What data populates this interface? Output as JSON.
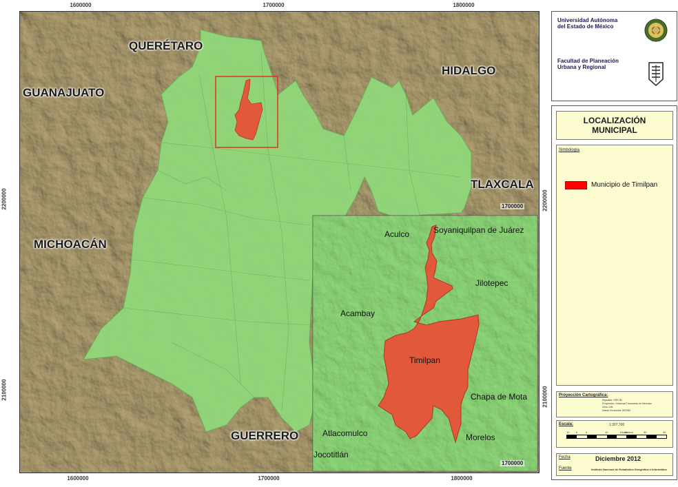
{
  "map": {
    "ticks_x": [
      "1600000",
      "1700000",
      "1800000"
    ],
    "ticks_y": [
      "2200000",
      "2100000"
    ],
    "states": {
      "queretaro": "QUERÉTARO",
      "guanajuato": "GUANAJUATO",
      "hidalgo": "HIDALGO",
      "tlaxcala": "TLAXCALA",
      "michoacan": "MICHOACÁN",
      "guerrero": "GUERRERO"
    },
    "inset": {
      "places": {
        "aculco": "Aculco",
        "soyaniquilpan": "Soyaniquilpan de Juárez",
        "jilotepec": "Jilotepec",
        "acambay": "Acambay",
        "timilpan": "Timilpan",
        "chapa": "Chapa de Mota",
        "atlacomulco": "Atlacomulco",
        "morelos": "Morelos",
        "jocotitlan": "Jocotitlán"
      },
      "coord_top": "1700000",
      "coord_bottom": "1700000"
    },
    "colors": {
      "relief": "#b9a878",
      "state": "#8fd97a",
      "municipio": "#e1583a",
      "highlight_frame": "#e03020"
    }
  },
  "panel": {
    "university": [
      "Universidad Autónoma",
      "del Estado de México"
    ],
    "faculty": [
      "Facultad de Planeación",
      "Urbana y Regional"
    ],
    "title": [
      "LOCALIZACIÓN",
      "MUNICIPAL"
    ],
    "legend_heading": "Simbología",
    "legend_item": "Municipio de Timilpan",
    "legend_color": "#ff0000",
    "projection_heading": "Proyección Cartográfica:",
    "projection_lines": [
      "Elipsoide: GRS 80",
      "Proyección: Universal Transversa de Mercator",
      "Zona 14N",
      "Datum Horizontal: WGS84"
    ],
    "scale_heading": "Escala:",
    "scale_ratio": "1:307,700",
    "scale_unit": "Kilometers",
    "scale_ticks": [
      "10",
      "5",
      "0",
      "10",
      "20",
      "30",
      "40"
    ],
    "date_heading": "Fecha",
    "date_value": "Diciembre 2012",
    "source_heading": "Fuente",
    "source_value": "Instituto Nacional de Estadística Geográfica e Informática"
  }
}
